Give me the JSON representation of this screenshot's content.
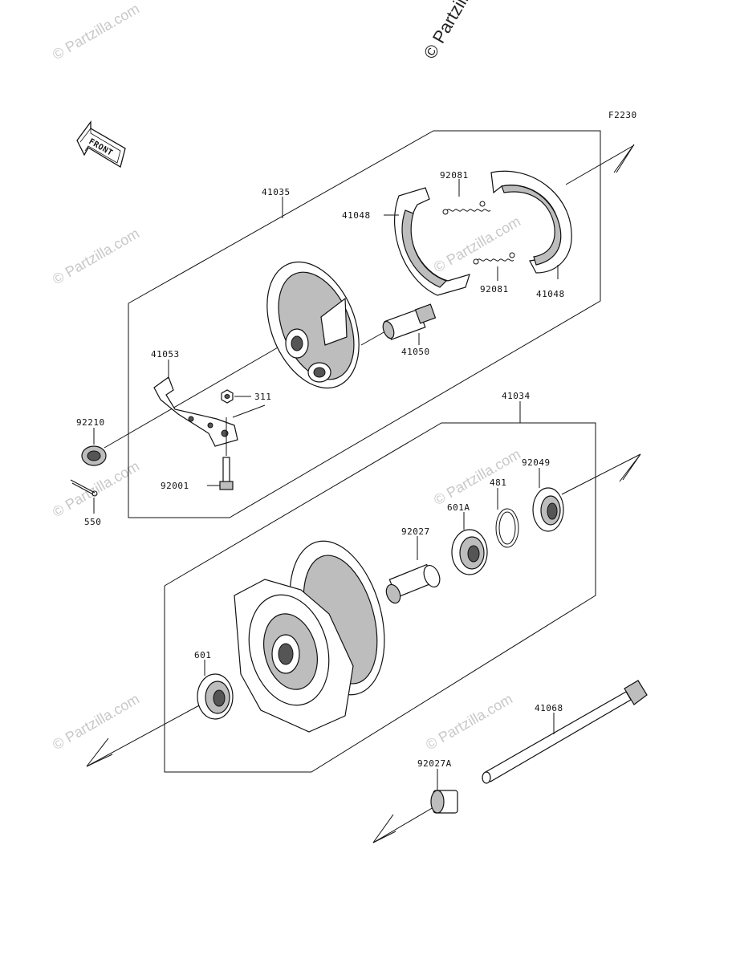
{
  "diagram": {
    "figure_code": "F2230",
    "front_label": "FRONT",
    "watermark_top": "© Partzilla.com",
    "watermark_repeat": "© Partzilla.com",
    "callouts": {
      "p41035": "41035",
      "p41048a": "41048",
      "p92081a": "92081",
      "p92081b": "92081",
      "p41048b": "41048",
      "p41050": "41050",
      "p41053": "41053",
      "p311": "311",
      "p92210": "92210",
      "p92001": "92001",
      "p550": "550",
      "p41034": "41034",
      "p92049": "92049",
      "p481": "481",
      "p601A": "601A",
      "p92027": "92027",
      "p601": "601",
      "p41068": "41068",
      "p92027A": "92027A"
    }
  }
}
